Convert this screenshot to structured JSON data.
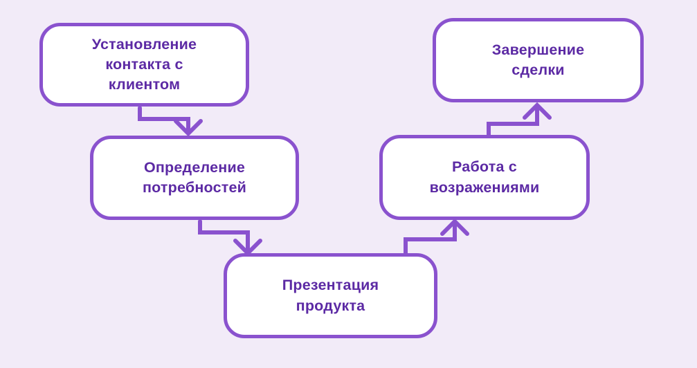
{
  "diagram": {
    "type": "flowchart",
    "language": "ru",
    "colors": {
      "background": "#F2EBF8",
      "node_fill": "#FFFFFF",
      "accent": "#8A52CE",
      "text": "#5C2AA4"
    },
    "nodes": [
      {
        "id": "establish-contact",
        "label": "Установление\nконтакта с\nклиентом"
      },
      {
        "id": "identify-needs",
        "label": "Определение\nпотребностей"
      },
      {
        "id": "product-presentation",
        "label": "Презентация\nпродукта"
      },
      {
        "id": "handle-objections",
        "label": "Работа с\nвозражениями"
      },
      {
        "id": "close-deal",
        "label": "Завершение\nсделки"
      }
    ],
    "edges": [
      {
        "from": "establish-contact",
        "to": "identify-needs"
      },
      {
        "from": "identify-needs",
        "to": "product-presentation"
      },
      {
        "from": "product-presentation",
        "to": "handle-objections"
      },
      {
        "from": "handle-objections",
        "to": "close-deal"
      }
    ]
  }
}
